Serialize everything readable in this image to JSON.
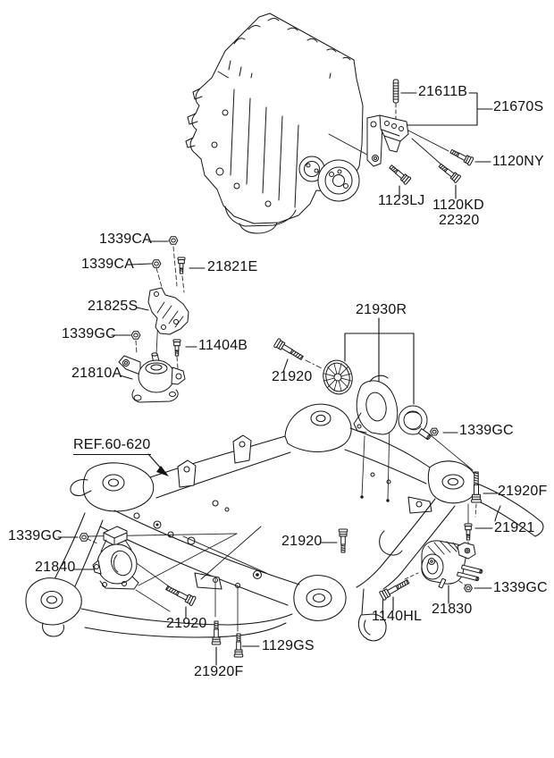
{
  "diagram": {
    "background": "#ffffff",
    "line_color": "#161616",
    "text_color": "#111111"
  },
  "parts": {
    "p21611B": "21611B",
    "p21670S": "21670S",
    "p1120NY": "1120NY",
    "p1123LJ": "1123LJ",
    "p1120KD": "1120KD",
    "p22320": "22320",
    "p1339CA": "1339CA",
    "p21821E": "21821E",
    "p21825S": "21825S",
    "p1339GC": "1339GC",
    "p11404B": "11404B",
    "p21810A": "21810A",
    "p21920": "21920",
    "p21930R": "21930R",
    "p21840": "21840",
    "p21920F": "21920F",
    "p21921": "21921",
    "p1140HL": "1140HL",
    "p21830": "21830",
    "p1129GS": "1129GS"
  },
  "ref": {
    "label": "REF.60-620"
  }
}
